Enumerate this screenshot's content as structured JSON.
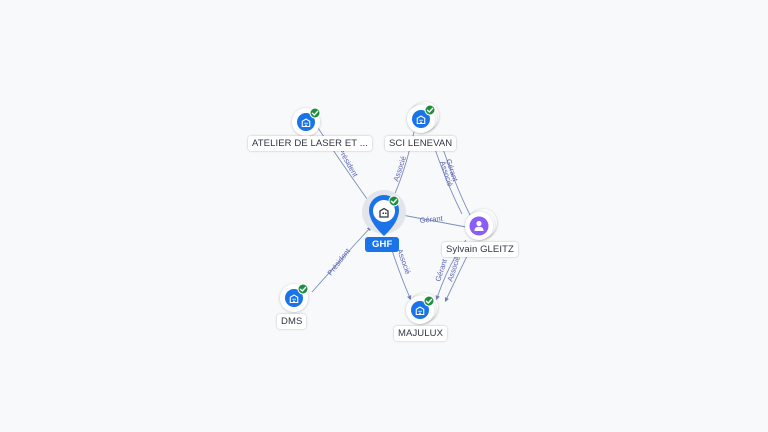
{
  "graph": {
    "nodes": {
      "ghf": {
        "label": "GHF",
        "kind": "company",
        "verified": true
      },
      "atelier": {
        "label": "ATELIER DE LASER ET ...",
        "kind": "company",
        "verified": true
      },
      "sci_lenevan": {
        "label": "SCI LENEVAN",
        "kind": "company",
        "verified": true
      },
      "sylvain": {
        "label": "Sylvain GLEITZ",
        "kind": "person",
        "verified": false
      },
      "dms": {
        "label": "DMS",
        "kind": "company",
        "verified": true
      },
      "majulux": {
        "label": "MAJULUX",
        "kind": "company",
        "verified": true
      }
    },
    "edges": {
      "atelier_ghf": {
        "label": "Président"
      },
      "sci_ghf": {
        "label": "Associé"
      },
      "sylvain_ghf": {
        "label": "Gérant"
      },
      "dms_ghf": {
        "label": "Président"
      },
      "ghf_majulux": {
        "label": "Associé"
      },
      "sylvain_sci_1": {
        "label": "Gérant"
      },
      "sylvain_sci_2": {
        "label": "Associé"
      },
      "sylvain_majulux_1": {
        "label": "Gérant"
      },
      "sylvain_majulux_2": {
        "label": "Associé"
      }
    }
  },
  "colors": {
    "company_fill": "#1a73e8",
    "person_fill": "#8b5cf6",
    "verified_badge": "#1e8e3e",
    "edge_stroke": "#7a8fb8",
    "edge_label": "#5a62b8"
  },
  "icons": {
    "company": "building-icon",
    "person": "person-icon",
    "verified": "check-badge-icon"
  }
}
